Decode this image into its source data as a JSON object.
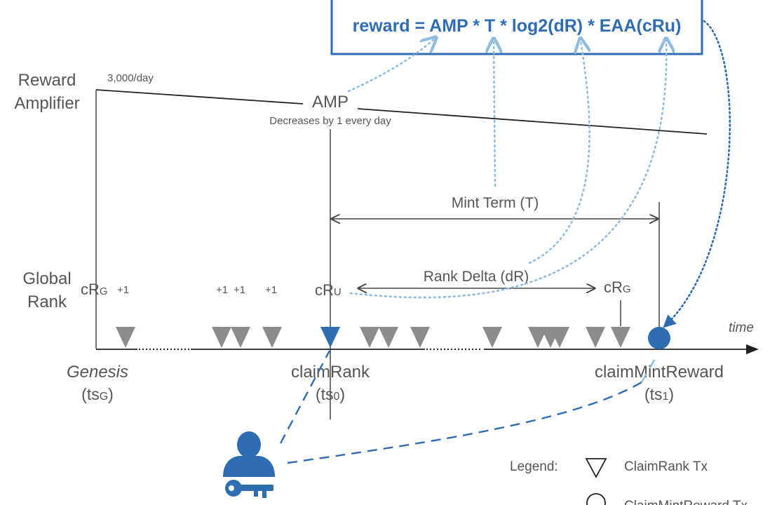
{
  "formula": {
    "text": "reward = AMP * T * log2(dR) * EAA(cRu)"
  },
  "amplifier": {
    "axis_label_line1": "Reward",
    "axis_label_line2": "Amplifier",
    "start_value": "3,000/day",
    "name": "AMP",
    "note": "Decreases by 1 every day"
  },
  "term": {
    "label": "Mint Term (T)"
  },
  "rank": {
    "axis_label_line1": "Global",
    "axis_label_line2": "Rank",
    "crg_left_main": "cR",
    "crg_left_sub": "G",
    "cru_main": "cR",
    "cru_sub": "U",
    "crg_right_main": "cR",
    "crg_right_sub": "G",
    "delta_label": "Rank Delta (dR)",
    "plus_labels": [
      "+1",
      "+1",
      "+1",
      "+1"
    ]
  },
  "timeline": {
    "time_label": "time",
    "genesis_label": "Genesis",
    "genesis_ts_main": "(ts",
    "genesis_ts_sub": "G",
    "genesis_ts_close": ")",
    "claimrank_label": "claimRank",
    "claimrank_ts_main": "(ts",
    "claimrank_ts_sub": "0",
    "claimrank_ts_close": ")",
    "claimmint_label": "claimMintReward",
    "claimmint_ts_main": "(ts",
    "claimmint_ts_sub": "1",
    "claimmint_ts_close": ")"
  },
  "legend": {
    "title": "Legend:",
    "claimrank_tx": "ClaimRank Tx",
    "claimmint_tx": "ClaimMintReward Tx"
  },
  "colors": {
    "accent": "#2f6db3",
    "accent_light": "#8fbbe0",
    "gray_marker": "#8c8c8c",
    "line": "#333333",
    "text": "#555555"
  },
  "icons": {
    "user": "user-with-key-icon"
  }
}
